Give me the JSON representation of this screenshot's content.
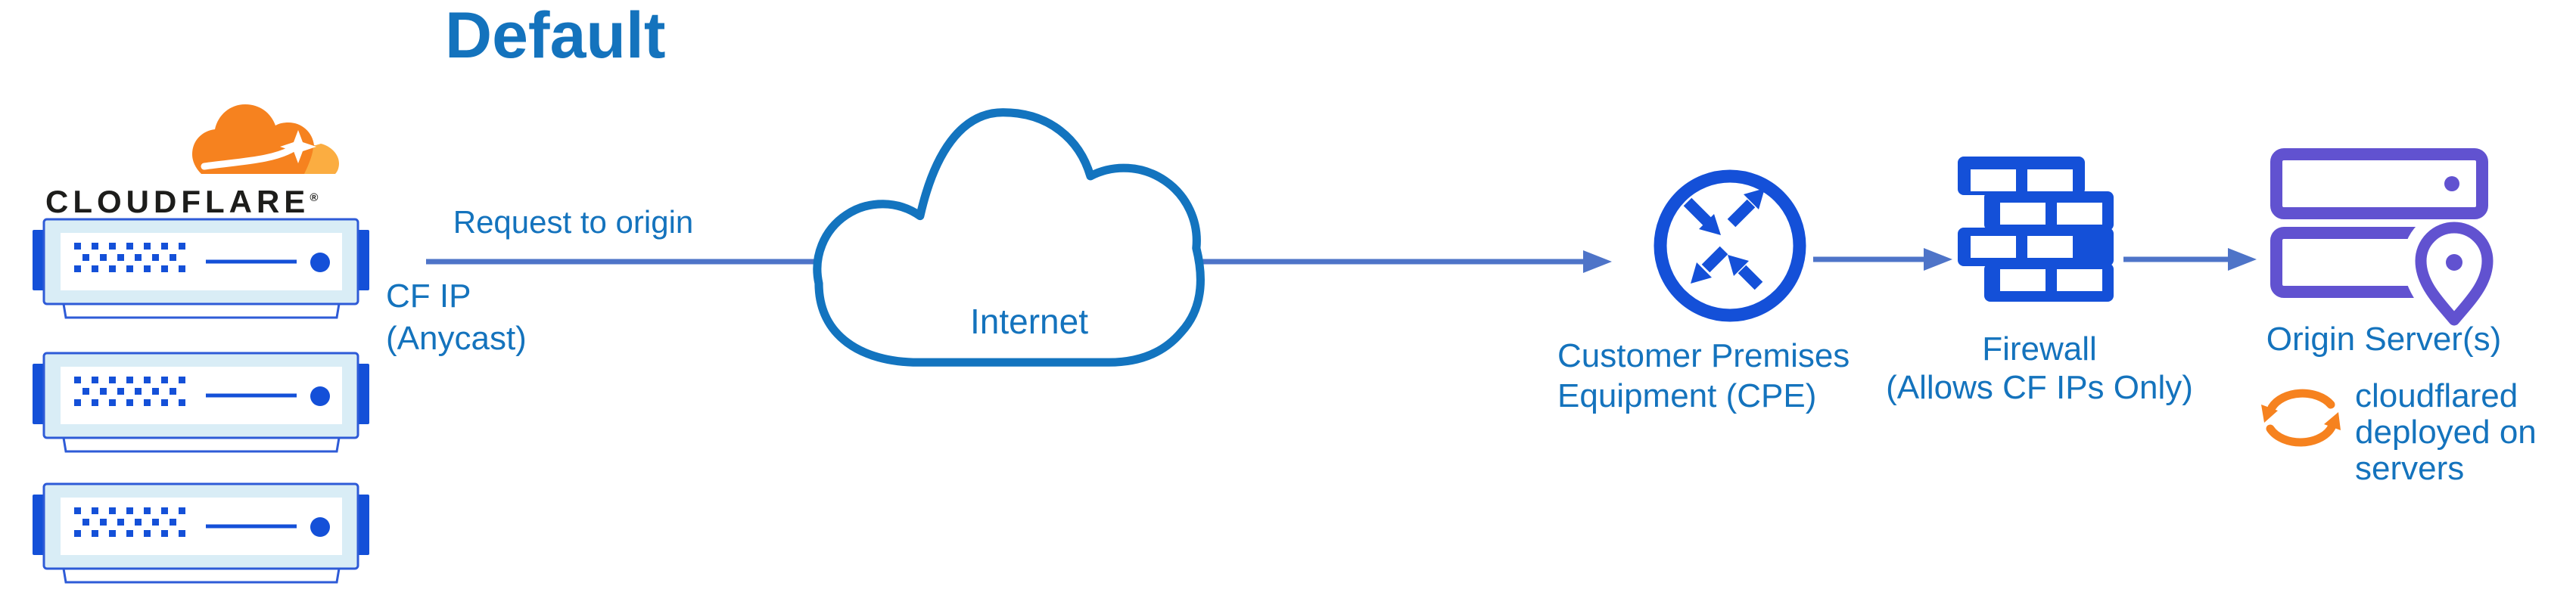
{
  "title": "Default",
  "logo": {
    "wordmark": "CLOUDFLARE",
    "registered": "®"
  },
  "flow": {
    "request_label": "Request to origin",
    "cf_ip_line1": "CF IP",
    "cf_ip_line2": "(Anycast)",
    "internet_label": "Internet",
    "cpe_line1": "Customer Premises",
    "cpe_line2": "Equipment (CPE)",
    "firewall_line1": "Firewall",
    "firewall_line2": "(Allows CF IPs Only)",
    "origin_label": "Origin Server(s)",
    "cloudflared_line1": "cloudflared",
    "cloudflared_line2": "deployed on",
    "cloudflared_line3": "servers"
  },
  "icons": {
    "cloudflare_logo": "cloudflare-logo-icon",
    "edge_servers": "server-stack-icon",
    "internet": "internet-cloud-icon",
    "cpe": "router-arrows-icon",
    "firewall": "brick-wall-icon",
    "origin": "origin-servers-location-icon",
    "cloudflared": "sync-arrows-icon"
  },
  "colors": {
    "text_blue": "#1473bd",
    "arrow_blue": "#4e74c8",
    "icon_blue": "#1450d8",
    "server_border_blue": "#2e5bd7",
    "server_fill_light": "#d9edf6",
    "cloud_stroke_blue": "#1374bf",
    "origin_purple": "#6152d0",
    "cloudflare_orange": "#f6821f",
    "cloudflare_light_orange": "#fbad41",
    "wordmark_black": "#1d1d1b"
  }
}
